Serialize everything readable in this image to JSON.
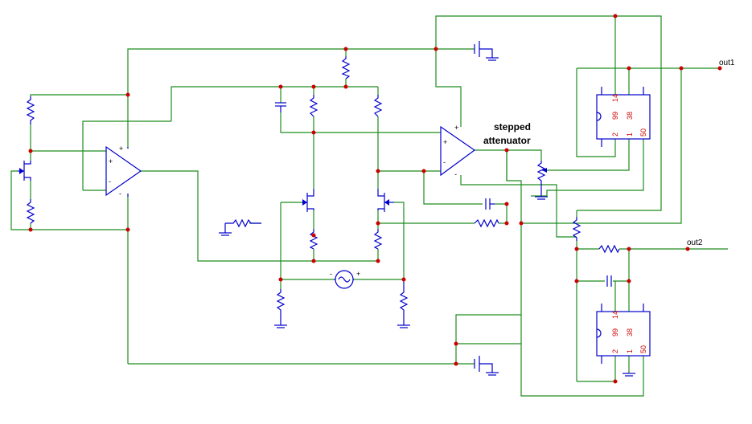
{
  "labels": {
    "stepped": "stepped",
    "attenuator": "attenuator",
    "out1": "out1",
    "out2": "out2"
  },
  "ic_pins": {
    "top": [
      "14",
      "99",
      "38"
    ],
    "bottom": [
      "2",
      "1",
      "50"
    ]
  },
  "opamp_signs": {
    "plus": "+",
    "minus": "-"
  },
  "colors": {
    "wire": "#1e8c1e",
    "component": "#0000cc",
    "junction": "#cc0000",
    "pin_text": "#cc0000"
  }
}
